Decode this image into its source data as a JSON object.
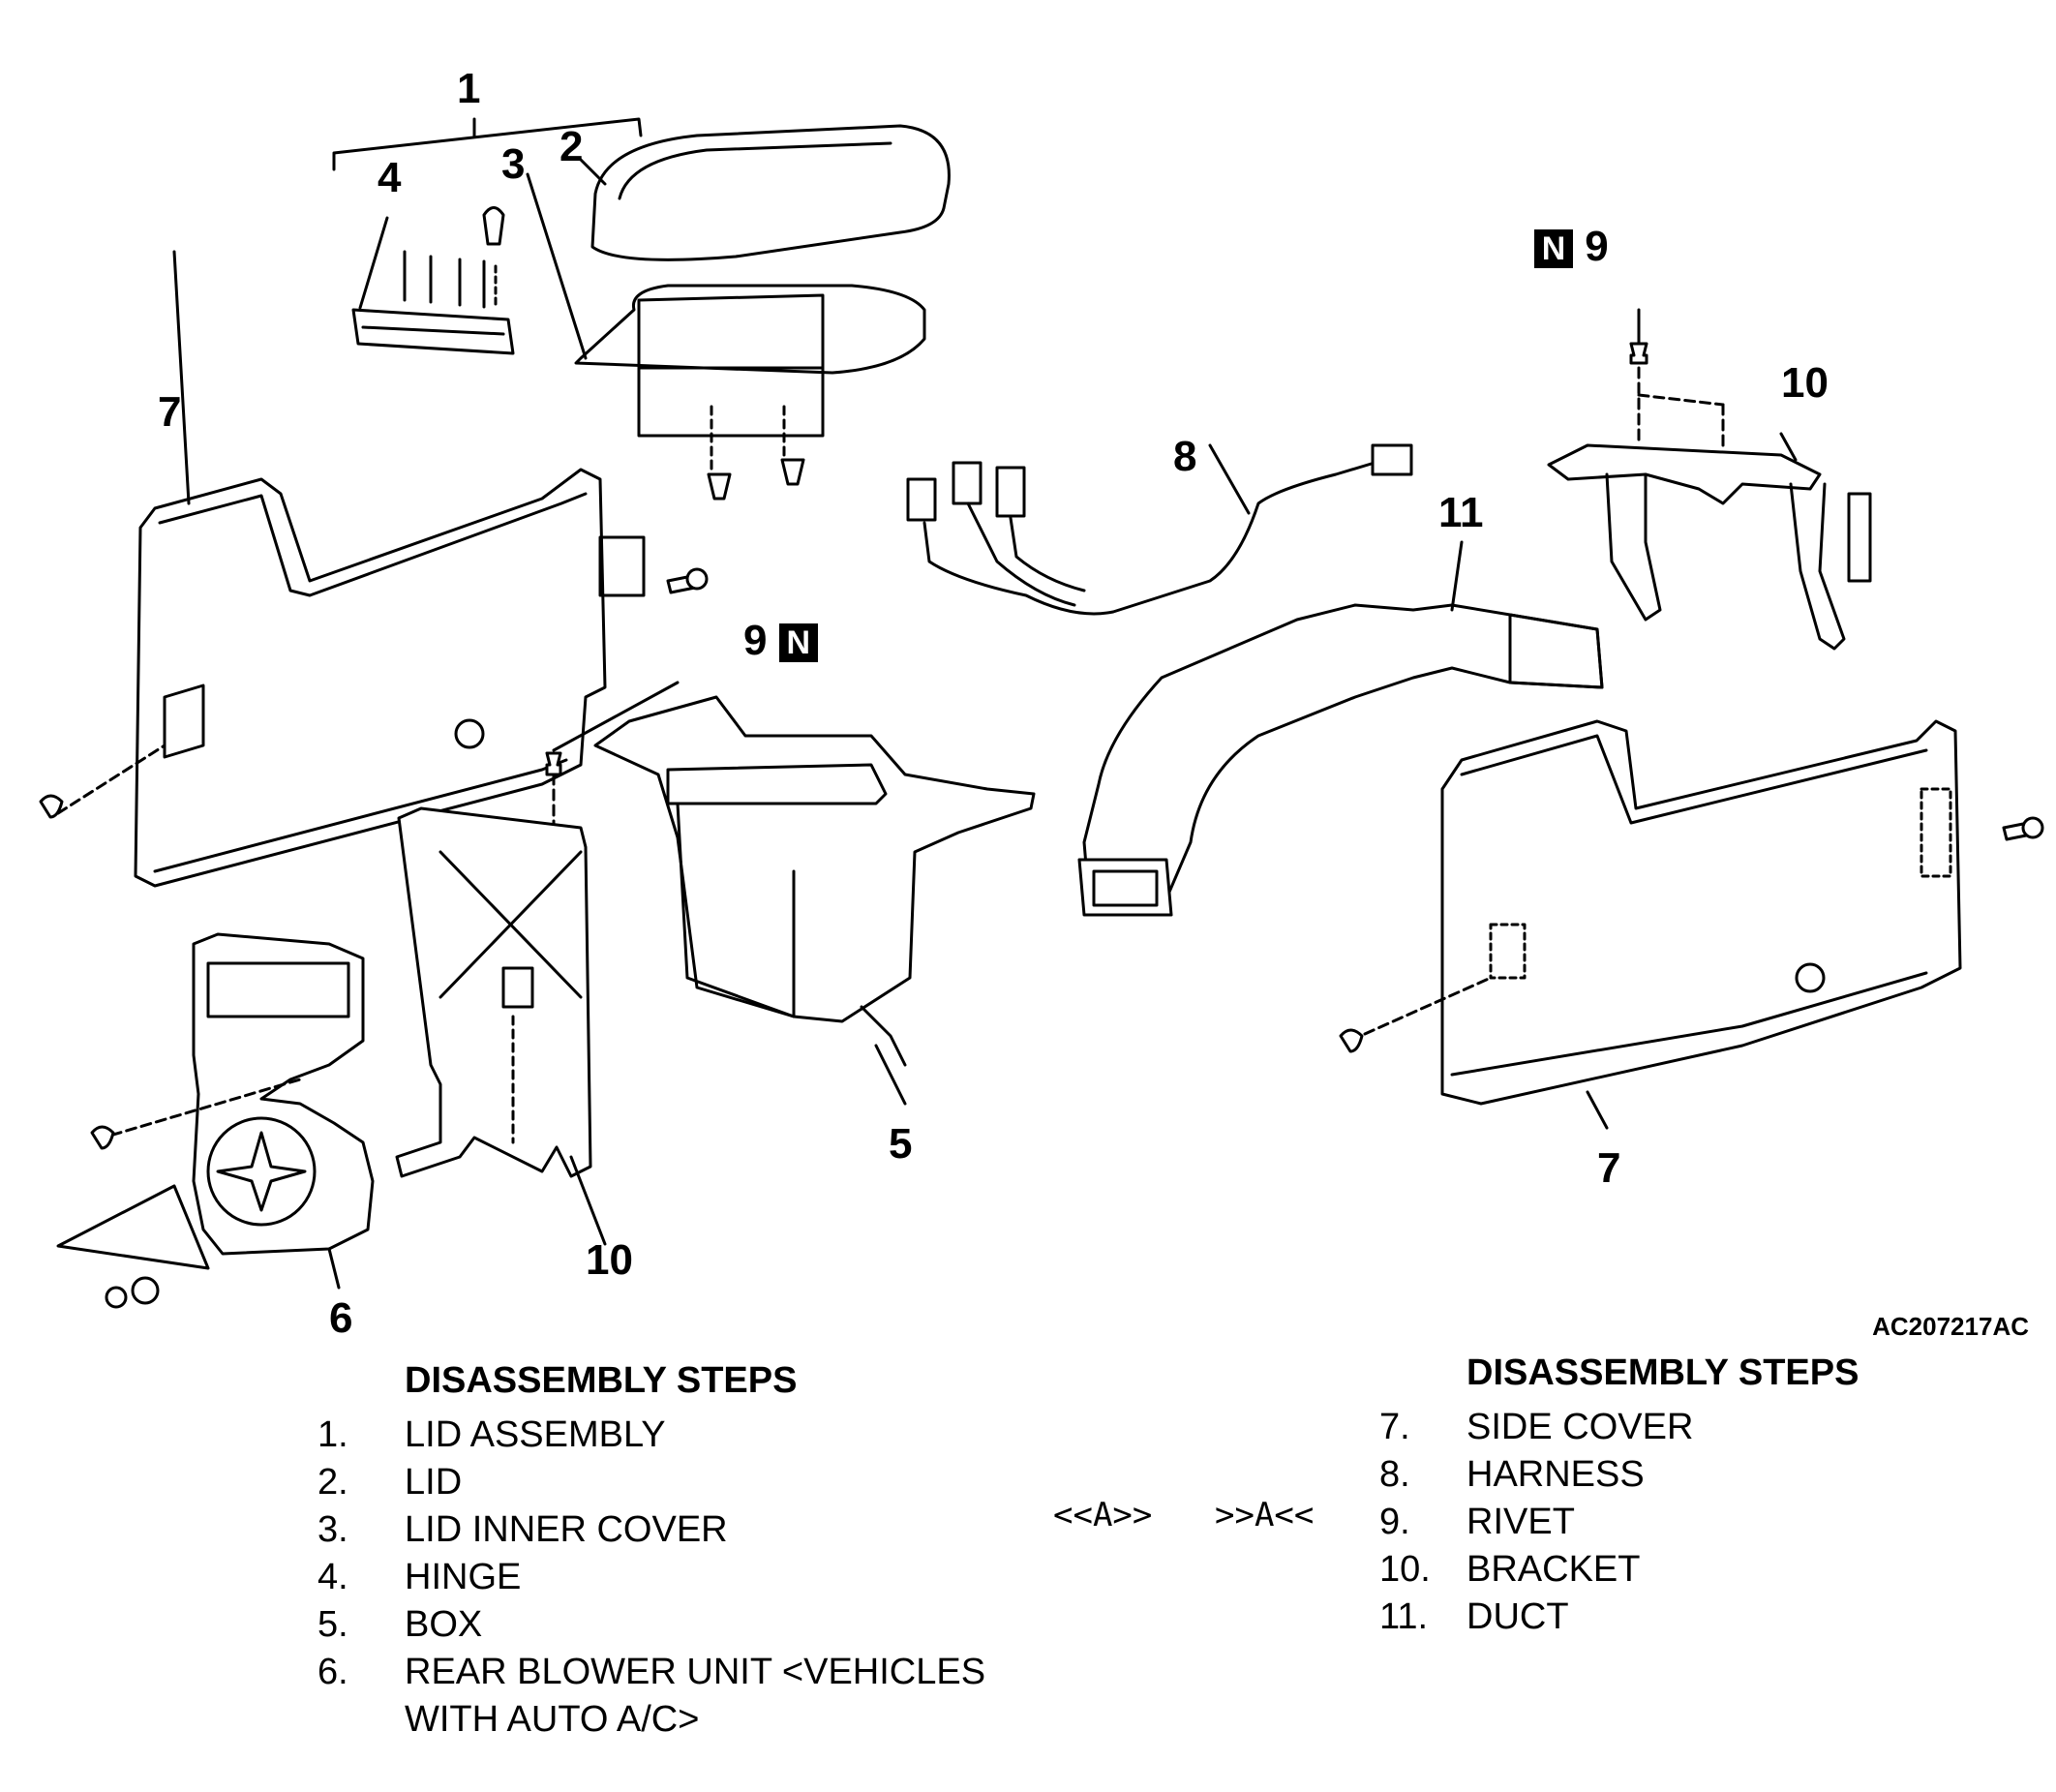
{
  "figure_code": "AC207217AC",
  "callouts": {
    "c1": "1",
    "c2": "2",
    "c3": "3",
    "c4": "4",
    "c5": "5",
    "c6": "6",
    "c7a": "7",
    "c7b": "7",
    "c8": "8",
    "c9a": "9",
    "c9b": "9",
    "c10a": "10",
    "c10b": "10",
    "c11": "11",
    "n_badge": "N"
  },
  "left_steps": {
    "heading": "DISASSEMBLY STEPS",
    "items": [
      {
        "num": "1.",
        "label": "LID ASSEMBLY"
      },
      {
        "num": "2.",
        "label": "LID"
      },
      {
        "num": "3.",
        "label": "LID INNER COVER"
      },
      {
        "num": "4.",
        "label": "HINGE"
      },
      {
        "num": "5.",
        "label": "BOX"
      },
      {
        "num": "6.",
        "label": "REAR BLOWER UNIT <VEHICLES"
      },
      {
        "num": "",
        "label": "WITH AUTO A/C>"
      }
    ]
  },
  "right_steps": {
    "heading": "DISASSEMBLY STEPS",
    "items": [
      {
        "num": "7.",
        "label": "SIDE COVER"
      },
      {
        "num": "8.",
        "label": "HARNESS"
      },
      {
        "num": "9.",
        "label": "RIVET"
      },
      {
        "num": "10.",
        "label": "BRACKET"
      },
      {
        "num": "11.",
        "label": "DUCT"
      }
    ]
  },
  "service_marks": {
    "left": "<<A>>",
    "right": ">>A<<"
  }
}
